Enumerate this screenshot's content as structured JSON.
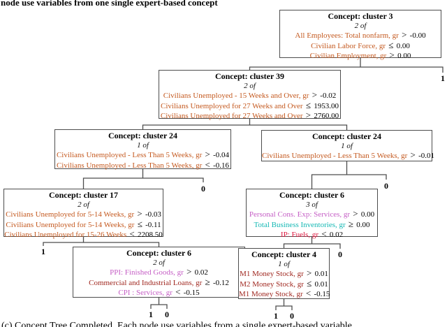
{
  "captions": {
    "top": "node use variables from one single expert-based concept",
    "bottom": "(c) Concept Tree Completed. Each node use variables from a single expert-based variable"
  },
  "colors": {
    "labor": "#C4591F",
    "prices": "#C55EC5",
    "inventories": "#14B8B4",
    "ip": "#DC143C",
    "money": "#A02820",
    "box_border": "#4d4d4d",
    "edge": "#4d4d4d",
    "text": "#000000"
  },
  "nodes": [
    {
      "title": "Concept: cluster 3",
      "count": "2 of",
      "conditions": [
        {
          "var": "All Employees: Total nonfarm, gr",
          "op": ">",
          "value": "-0.00",
          "color": "#C4591F"
        },
        {
          "var": "Civilian Labor Force, gr",
          "op": "≤",
          "value": "0.00",
          "color": "#C4591F"
        },
        {
          "var": "Civilian Employment, gr",
          "op": ">",
          "value": "0.00",
          "color": "#C4591F"
        }
      ]
    },
    {
      "title": "Concept: cluster 39",
      "count": "2 of",
      "conditions": [
        {
          "var": "Civilians Unemployed - 15 Weeks and Over, gr",
          "op": ">",
          "value": "-0.02",
          "color": "#C4591F"
        },
        {
          "var": "Civilians Unemployed for 27 Weeks and Over",
          "op": "≤",
          "value": "1953.00",
          "color": "#C4591F"
        },
        {
          "var": "Civilians Unemployed for 27 Weeks and Over",
          "op": ">",
          "value": "2760.00",
          "color": "#C4591F"
        }
      ]
    },
    {
      "title": "Concept: cluster 24",
      "count": "1 of",
      "conditions": [
        {
          "var": "Civilians Unemployed - Less Than 5 Weeks, gr",
          "op": ">",
          "value": "-0.04",
          "color": "#C4591F"
        },
        {
          "var": "Civilians Unemployed - Less Than 5 Weeks, gr",
          "op": "<",
          "value": "-0.16",
          "color": "#C4591F"
        }
      ]
    },
    {
      "title": "Concept: cluster 24",
      "count": "1 of",
      "conditions": [
        {
          "var": "Civilians Unemployed - Less Than 5 Weeks, gr",
          "op": ">",
          "value": "-0.01",
          "color": "#C4591F"
        }
      ]
    },
    {
      "title": "Concept: cluster 17",
      "count": "2 of",
      "conditions": [
        {
          "var": "Civilians Unemployed for 5-14 Weeks, gr",
          "op": ">",
          "value": "-0.03",
          "color": "#C4591F"
        },
        {
          "var": "Civilians Unemployed for 5-14 Weeks, gr",
          "op": "≤",
          "value": "-0.11",
          "color": "#C4591F"
        },
        {
          "var": "Civilians Unemployed for 15-26 Weeks",
          "op": "<",
          "value": "2208.50",
          "color": "#C4591F"
        }
      ]
    },
    {
      "title": "Concept: cluster 6",
      "count": "2 of",
      "conditions": [
        {
          "var": "PPI: Finished Goods, gr",
          "op": ">",
          "value": "0.02",
          "color": "#C55EC5"
        },
        {
          "var": "Commercial and Industrial Loans, gr",
          "op": "≥",
          "value": "-0.12",
          "color": "#A02820"
        },
        {
          "var": "CPI : Services, gr",
          "op": "<",
          "value": "-0.15",
          "color": "#C55EC5"
        }
      ]
    },
    {
      "title": "Concept: cluster 6",
      "count": "3 of",
      "conditions": [
        {
          "var": "Personal Cons. Exp: Services, gr",
          "op": ">",
          "value": "0.00",
          "color": "#C55EC5"
        },
        {
          "var": "Total Business Inventories, gr",
          "op": "≥",
          "value": "0.00",
          "color": "#14B8B4"
        },
        {
          "var": "IP: Fuels, gr",
          "op": "<",
          "value": "0.02",
          "color": "#DC143C"
        }
      ]
    },
    {
      "title": "Concept: cluster 4",
      "count": "1 of",
      "conditions": [
        {
          "var": "M1 Money Stock, gr",
          "op": ">",
          "value": "0.01",
          "color": "#A02820"
        },
        {
          "var": "M2 Money Stock, gr",
          "op": "≤",
          "value": "0.01",
          "color": "#A02820"
        },
        {
          "var": "M1 Money Stock, gr",
          "op": "<",
          "value": "-0.15",
          "color": "#A02820"
        }
      ]
    }
  ],
  "leaves": [
    {
      "label": "1"
    },
    {
      "label": "0"
    },
    {
      "label": "0"
    },
    {
      "label": "1"
    },
    {
      "label": "0"
    },
    {
      "label": "1"
    },
    {
      "label": "0"
    },
    {
      "label": "1"
    },
    {
      "label": "0"
    }
  ]
}
